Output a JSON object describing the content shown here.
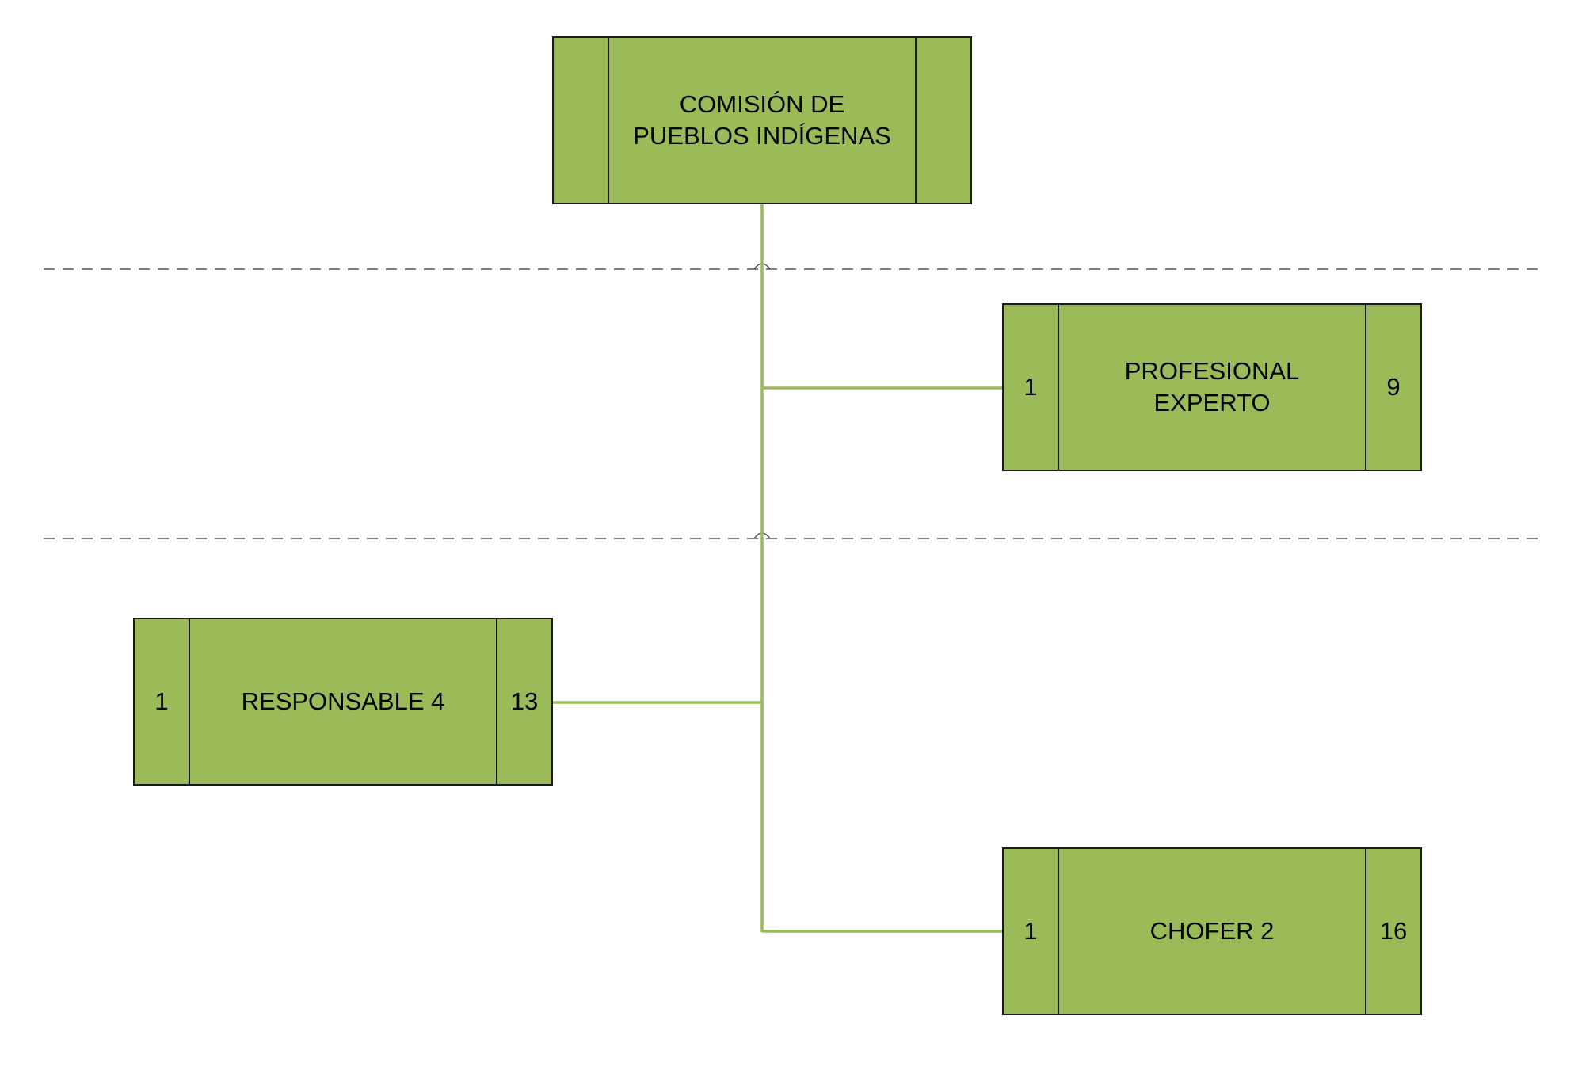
{
  "colors": {
    "node_fill": "#9bbb59",
    "node_border": "#1a1a1a",
    "connector": "#9bbb59",
    "level_divider": "#555555"
  },
  "root": {
    "lines": [
      "COMISIÓN DE",
      "PUEBLOS INDÍGENAS"
    ],
    "left": "",
    "right": ""
  },
  "profesional": {
    "lines": [
      "PROFESIONAL",
      "EXPERTO"
    ],
    "left": "1",
    "right": "9"
  },
  "responsable": {
    "lines": [
      "RESPONSABLE 4"
    ],
    "left": "1",
    "right": "13"
  },
  "chofer": {
    "lines": [
      "CHOFER 2"
    ],
    "left": "1",
    "right": "16"
  }
}
